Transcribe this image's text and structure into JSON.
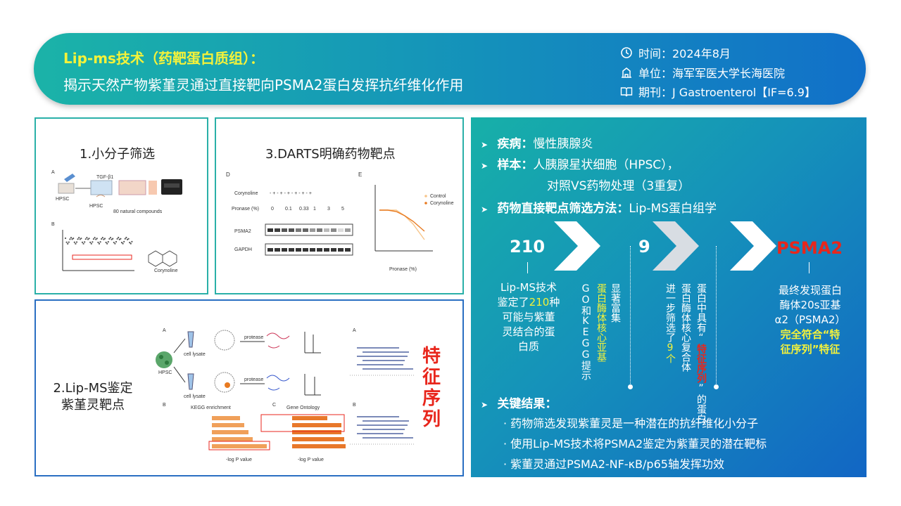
{
  "header": {
    "title_line1": "Lip-ms技术（药靶蛋白质组）：",
    "title_line2": "揭示天然产物紫堇灵通过直接靶向PSMA2蛋白发挥抗纤维化作用",
    "time": "时间：2024年8月",
    "unit": "单位：海军军医大学长海医院",
    "journal": "期刊：J Gastroenterol【IF=6.9】"
  },
  "panels": {
    "p1_title": "1.小分子筛选",
    "p3_title": "3.DARTS明确药物靶点",
    "p2_title_line1": "2.Lip-MS鉴定",
    "p2_title_line2": "紫堇灵靶点",
    "p2_feature": "特征序列"
  },
  "figure_labels": {
    "corynoline": "Corynoline",
    "pronase": "Pronase (%)",
    "doses": [
      "0",
      "0.1",
      "0.33",
      "1",
      "3",
      "5"
    ],
    "psma2": "PSMA2",
    "gapdh": "GAPDH",
    "legend_control": "Control",
    "legend_corynoline": "Corynoline",
    "kegg": "KEGG enrichment",
    "go": "Gene Ontology",
    "hpsc": "HPSC",
    "d": "D",
    "e": "E"
  },
  "right": {
    "disease_k": "疾病：",
    "disease_v": "慢性胰腺炎",
    "sample_k": "样本：",
    "sample_v1": "人胰腺星状细胞（HPSC），",
    "sample_v2": "对照VS药物处理（3重复）",
    "method_k": "药物直接靶点筛选方法：",
    "method_v": "Lip-MS蛋白组学",
    "n1": "210",
    "n2": "9",
    "n3": "PSMA2",
    "desc1_a": "Lip-MS技术",
    "desc1_b": "鉴定了",
    "desc1_num": "210",
    "desc1_c": "种",
    "desc1_d": "可能与紫董",
    "desc1_e": "灵结合的蛋",
    "desc1_f": "白质",
    "col_a": "显著富集",
    "col_b": "蛋白酶体核心亚基",
    "col_c": "GO和KEGG提示",
    "col_d": "进一步筛选了",
    "col_e": "9个",
    "col_f": "蛋白酶体核心复合体",
    "col_g": "蛋白中具有“",
    "col_h": "特征序",
    "col_i": "列",
    "col_j": "”的蛋白",
    "final_a": "最终发现蛋白",
    "final_b": "酶体20s亚基",
    "final_c": "α2（PSMA2）",
    "final_d": "完全符合“特",
    "final_e": "征序列”特征",
    "key_title": "关键结果：",
    "key_items": [
      "· 药物筛选发现紫董灵是一种潜在的抗纤维化小分子",
      "· 使用Lip-MS技术将PSMA2鉴定为紫董灵的潜在靶标",
      "· 紫董灵通过PSMA2-NF-κB/p65轴发挥功效"
    ]
  },
  "colors": {
    "accent_yellow": "#f4f23a",
    "accent_red": "#e8261c",
    "teal": "#1bb3a8",
    "blue": "#1170c9"
  }
}
